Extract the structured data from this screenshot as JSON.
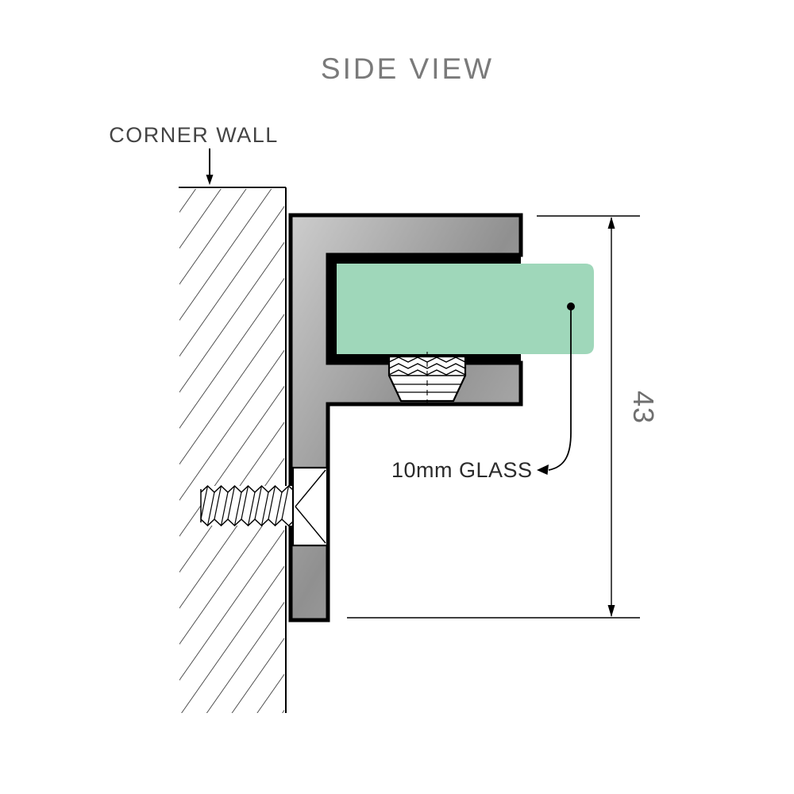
{
  "diagram": {
    "title": "SIDE VIEW",
    "corner_wall_label": "CORNER WALL",
    "glass_label": "10mm GLASS",
    "dimension_value": "43",
    "colors": {
      "glass": "#9fd7ba",
      "bracket_light": "#cdcdcd",
      "bracket_mid": "#909090",
      "bracket_dark": "#bfbfbf",
      "outline": "#000000",
      "title_text": "#7a7a7a",
      "wall_label_text": "#444444",
      "glass_label_text": "#2b2b2b",
      "dimension_text": "#6f6f6f"
    }
  }
}
